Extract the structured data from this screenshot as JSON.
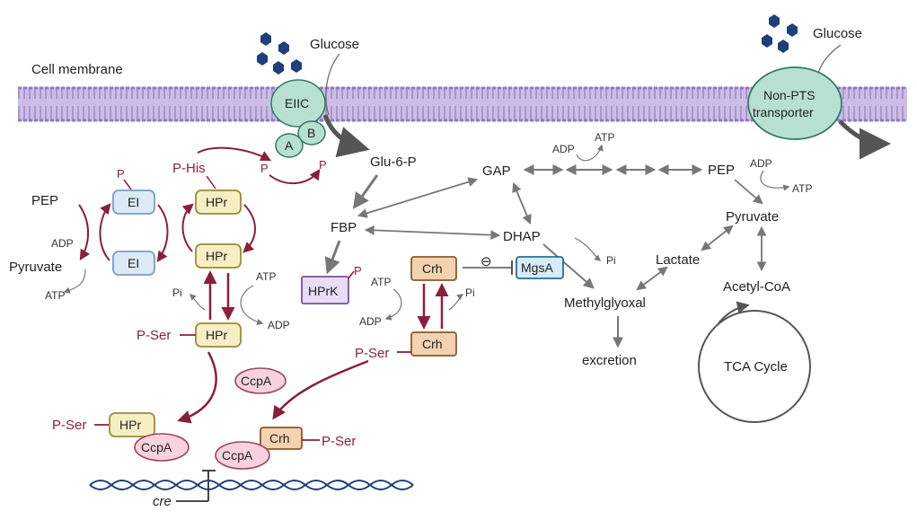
{
  "membrane": {
    "label": "Cell membrane",
    "fill_color": "#c7b6e4",
    "stripe_color": "#8b79b8"
  },
  "transporters": {
    "pts": {
      "label": "EIIC",
      "sub_a": "A",
      "sub_b": "B",
      "color": "#b8e0d0",
      "stroke": "#2f7a63"
    },
    "non_pts": {
      "label_line1": "Non-PTS",
      "label_line2": "transporter",
      "color": "#b8e0d0",
      "stroke": "#2f7a63"
    }
  },
  "glucose": {
    "left": "Glucose",
    "right": "Glucose",
    "hex_color": "#1f3f7a"
  },
  "metabolites": {
    "glu6p": "Glu-6-P",
    "gap": "GAP",
    "pep_right": "PEP",
    "pyruvate_right": "Pyruvate",
    "fbp": "FBP",
    "dhap": "DHAP",
    "lactate": "Lactate",
    "methylglyoxal": "Methylglyoxal",
    "acetyl_coa": "Acetyl-CoA",
    "excretion": "excretion",
    "tca_cycle": "TCA Cycle",
    "pep_left": "PEP",
    "pyruvate_left": "Pyruvate"
  },
  "cofactors": {
    "adp": "ADP",
    "atp": "ATP",
    "pi": "Pi"
  },
  "modifications": {
    "p": "P",
    "p_his": "P-His",
    "p_ser": "P-Ser"
  },
  "proteins": {
    "ei": "EI",
    "hpr": "HPr",
    "hprk": "HPrK",
    "crh": "Crh",
    "mgsa": "MgsA",
    "ccpa": "CcpA"
  },
  "dna": {
    "cre_label": "cre"
  },
  "inhibition_symbol": "⊖",
  "colors": {
    "accent_red": "#8b1f3a",
    "arrow_gray": "#777777",
    "ei_fill": "#dce9f7",
    "ei_stroke": "#7a9cc6",
    "hpr_fill": "#f6efc4",
    "hpr_stroke": "#9c8a3a",
    "hprk_fill": "#e9dcf5",
    "hprk_stroke": "#7a4fa8",
    "crh_fill": "#f3d2b1",
    "crh_stroke": "#8a5a2a",
    "mgsa_fill": "#d6ecf8",
    "mgsa_stroke": "#2a6d94",
    "ccpa_fill": "#f6d2dc",
    "ccpa_stroke": "#9c4560",
    "dna_color": "#1f3f7a"
  }
}
